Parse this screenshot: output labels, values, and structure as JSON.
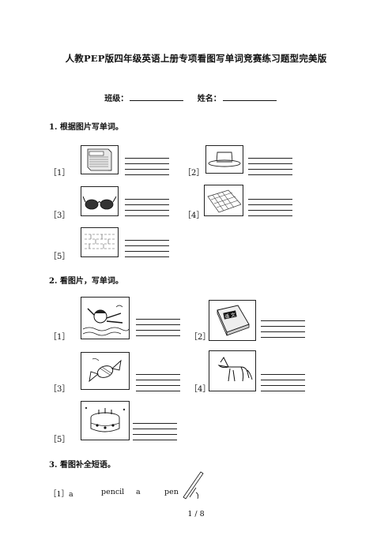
{
  "title": "人教PEP版四年级英语上册专项看图写单词竞赛练习题型完美版",
  "fields": {
    "class_label": "班级：",
    "name_label": "姓名："
  },
  "section1": {
    "heading": "1. 根据图片写单词。",
    "items": [
      "［1］",
      "［2］",
      "［3］",
      "［4］",
      "［5］"
    ],
    "icons": [
      "book-icon",
      "hat-icon",
      "glasses-icon",
      "floor-icon",
      "wall-icon"
    ]
  },
  "section2": {
    "heading": "2. 看图片，写单词。",
    "items": [
      "［1］",
      "［2］",
      "［3］",
      "［4］",
      "［5］"
    ],
    "icons": [
      "swimming-boy-icon",
      "chinese-book-icon",
      "candy-icon",
      "horse-icon",
      "cake-icon"
    ],
    "book_text": "语 文"
  },
  "section3": {
    "heading": "3. 看图补全短语。",
    "item": "［1］a",
    "word1": "pencil",
    "word2": "a",
    "word3": "pen"
  },
  "footer": "1  /  8"
}
